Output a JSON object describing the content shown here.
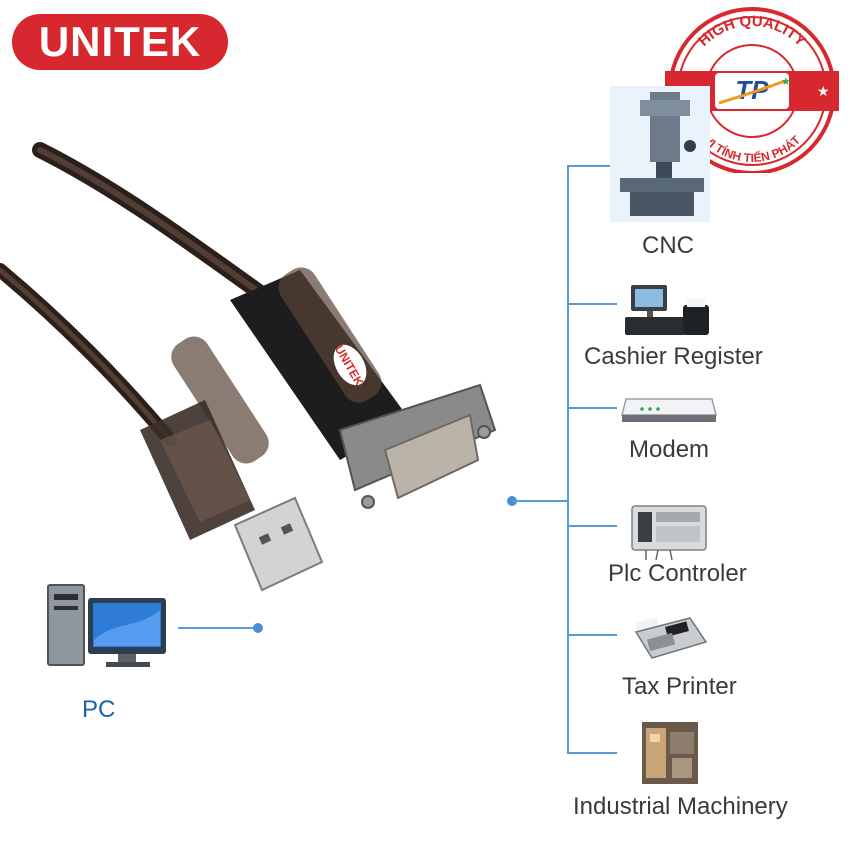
{
  "brand": {
    "name": "UNITEK",
    "color": "#d7282f"
  },
  "stamp": {
    "top_text": "HIGH QUALITY",
    "bottom_text": "VI TÍNH TIẾN PHÁT",
    "logo_text": "TP",
    "color": "#d7282f"
  },
  "pc": {
    "label": "PC",
    "icon": "desktop-computer-icon",
    "color": "#1a5fb4"
  },
  "devices": [
    {
      "label": "CNC",
      "icon": "cnc-machine-icon"
    },
    {
      "label": "Cashier Register",
      "icon": "cash-register-icon"
    },
    {
      "label": "Modem",
      "icon": "modem-icon"
    },
    {
      "label": "Plc Controler",
      "icon": "plc-controller-icon"
    },
    {
      "label": "Tax Printer",
      "icon": "tax-printer-icon"
    },
    {
      "label": "Industrial Machinery",
      "icon": "industrial-machine-icon"
    }
  ],
  "colors": {
    "connector_line": "#5b9bd5",
    "cable": "#3b2a22",
    "connector_body": "#1d1d1d"
  }
}
